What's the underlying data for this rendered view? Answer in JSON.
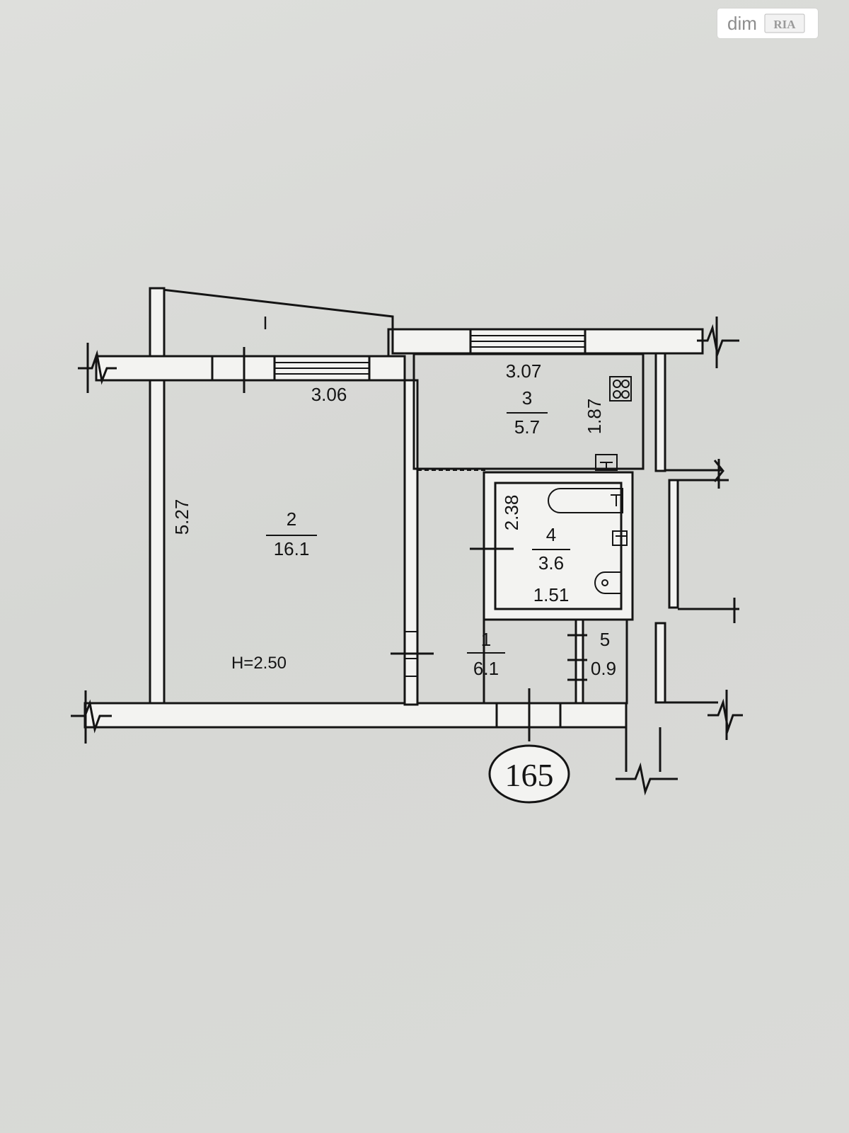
{
  "watermark": {
    "text": "dim",
    "logo_text": "RIA"
  },
  "balcony": {
    "label": "I"
  },
  "rooms": [
    {
      "id": "1",
      "area": "6.1"
    },
    {
      "id": "2",
      "area": "16.1"
    },
    {
      "id": "3",
      "area": "5.7"
    },
    {
      "id": "4",
      "area": "3.6"
    },
    {
      "id": "5",
      "area": "0.9"
    }
  ],
  "dimensions": {
    "room2_width": "3.06",
    "room2_length": "5.27",
    "room3_width": "3.07",
    "room3_length": "1.87",
    "room4_length": "2.38",
    "room4_width": "1.51"
  },
  "ceiling_height": "H=2.50",
  "apartment_number": "165"
}
